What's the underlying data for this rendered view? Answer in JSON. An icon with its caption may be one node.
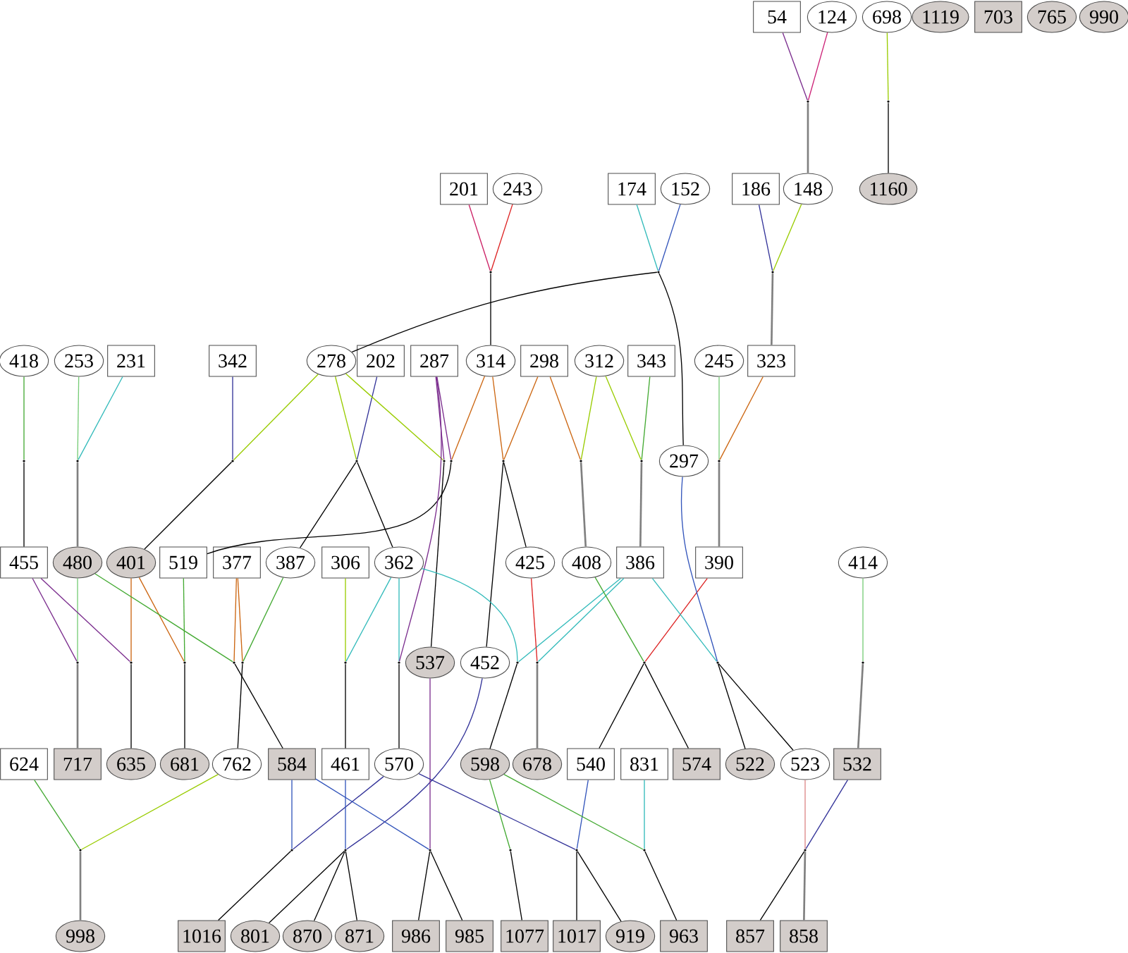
{
  "diagram": {
    "nodes": [
      {
        "text": [
          "54"
        ]
      },
      {
        "text": [
          "124"
        ]
      },
      {
        "text": [
          "698"
        ]
      },
      {
        "text": [
          "1119"
        ]
      },
      {
        "text": [
          "703"
        ]
      },
      {
        "text": [
          "765"
        ]
      },
      {
        "text": [
          "990"
        ]
      },
      {
        "text": [
          "201"
        ]
      },
      {
        "text": [
          "243"
        ]
      },
      {
        "text": [
          "174"
        ]
      },
      {
        "text": [
          "152"
        ]
      },
      {
        "text": [
          "186"
        ]
      },
      {
        "text": [
          "148"
        ]
      },
      {
        "text": [
          "1160"
        ]
      },
      {
        "text": [
          "418"
        ]
      },
      {
        "text": [
          "253"
        ]
      },
      {
        "text": [
          "231"
        ]
      },
      {
        "text": [
          "342"
        ]
      },
      {
        "text": [
          "278"
        ]
      },
      {
        "text": [
          "202"
        ]
      },
      {
        "text": [
          "287"
        ]
      },
      {
        "text": [
          "314"
        ]
      },
      {
        "text": [
          "298"
        ]
      },
      {
        "text": [
          "312"
        ]
      },
      {
        "text": [
          "343"
        ]
      },
      {
        "text": [
          "245"
        ]
      },
      {
        "text": [
          "323"
        ]
      },
      {
        "text": [
          "297"
        ]
      },
      {
        "text": [
          "455"
        ]
      },
      {
        "text": [
          "480"
        ]
      },
      {
        "text": [
          "401"
        ]
      },
      {
        "text": [
          "519"
        ]
      },
      {
        "text": [
          "377"
        ]
      },
      {
        "text": [
          "387"
        ]
      },
      {
        "text": [
          "306"
        ]
      },
      {
        "text": [
          "362"
        ]
      },
      {
        "text": [
          "425"
        ]
      },
      {
        "text": [
          "408"
        ]
      },
      {
        "text": [
          "386"
        ]
      },
      {
        "text": [
          "390"
        ]
      },
      {
        "text": [
          "414"
        ]
      },
      {
        "text": [
          "537"
        ]
      },
      {
        "text": [
          "452"
        ]
      },
      {
        "text": [
          "624"
        ]
      },
      {
        "text": [
          "717"
        ]
      },
      {
        "text": [
          "635"
        ]
      },
      {
        "text": [
          "681"
        ]
      },
      {
        "text": [
          "762"
        ]
      },
      {
        "text": [
          "584"
        ]
      },
      {
        "text": [
          "461"
        ]
      },
      {
        "text": [
          "570"
        ]
      },
      {
        "text": [
          "598"
        ]
      },
      {
        "text": [
          "678"
        ]
      },
      {
        "text": [
          "540"
        ]
      },
      {
        "text": [
          "831"
        ]
      },
      {
        "text": [
          "574"
        ]
      },
      {
        "text": [
          "522"
        ]
      },
      {
        "text": [
          "523"
        ]
      },
      {
        "text": [
          "532"
        ]
      },
      {
        "text": [
          "998"
        ]
      },
      {
        "text": [
          "1016"
        ]
      },
      {
        "text": [
          "801"
        ]
      },
      {
        "text": [
          "870"
        ]
      },
      {
        "text": [
          "871"
        ]
      },
      {
        "text": [
          "986"
        ]
      },
      {
        "text": [
          "985"
        ]
      },
      {
        "text": [
          "1077"
        ]
      },
      {
        "text": [
          "1017"
        ]
      },
      {
        "text": [
          "919"
        ]
      },
      {
        "text": [
          "963"
        ]
      },
      {
        "text": [
          "857"
        ]
      },
      {
        "text": [
          "858"
        ]
      },
      {
        "text": [],
        "shape": "point"
      },
      {
        "text": [],
        "shape": "point"
      },
      {
        "text": [],
        "shape": "point"
      },
      {
        "text": [],
        "shape": "point"
      },
      {
        "text": [],
        "shape": "point"
      },
      {
        "text": [],
        "shape": "point"
      },
      {
        "text": [],
        "shape": "point"
      },
      {
        "text": [],
        "shape": "point"
      },
      {
        "text": [],
        "shape": "point"
      },
      {
        "text": [],
        "shape": "point"
      },
      {
        "text": [],
        "shape": "point"
      },
      {
        "text": [],
        "shape": "point"
      },
      {
        "text": [],
        "shape": "point"
      },
      {
        "text": [],
        "shape": "point"
      },
      {
        "text": [],
        "shape": "point"
      },
      {
        "text": [],
        "shape": "point"
      },
      {
        "text": [],
        "shape": "point"
      },
      {
        "text": [],
        "shape": "point"
      },
      {
        "text": [],
        "shape": "point"
      },
      {
        "text": [],
        "shape": "point"
      },
      {
        "text": [],
        "shape": "point"
      },
      {
        "text": [],
        "shape": "point"
      },
      {
        "text": [],
        "shape": "point"
      },
      {
        "text": [],
        "shape": "point"
      },
      {
        "text": [],
        "shape": "point"
      },
      {
        "text": [],
        "shape": "point"
      },
      {
        "text": [],
        "shape": "point"
      },
      {
        "text": [],
        "shape": "point"
      },
      {
        "text": [],
        "shape": "point"
      },
      {
        "text": [],
        "shape": "point"
      },
      {
        "text": [],
        "shape": "point"
      },
      {
        "text": [],
        "shape": "point"
      },
      {
        "text": [],
        "shape": "point"
      },
      {
        "text": [],
        "shape": "point"
      },
      {
        "text": [],
        "shape": "point"
      }
    ],
    "edges": [
      {
        "from": 0,
        "to": 72,
        "arrow": "none",
        "color": "#7b2d8e"
      },
      {
        "from": 1,
        "to": 72,
        "arrow": "none",
        "color": "#cc2277"
      },
      {
        "from": 72,
        "to": 12,
        "arrow": "none",
        "color": "#808080"
      },
      {
        "from": 2,
        "to": 73,
        "arrow": "none",
        "color": "#99cc00"
      },
      {
        "from": 73,
        "to": 13,
        "arrow": "none"
      },
      {
        "from": 7,
        "to": 74,
        "arrow": "none",
        "color": "#cc2266"
      },
      {
        "from": 8,
        "to": 74,
        "arrow": "none",
        "color": "#dd2222"
      },
      {
        "from": 74,
        "to": 21,
        "arrow": "none"
      },
      {
        "from": 9,
        "to": 75,
        "arrow": "none",
        "color": "#33bbbb"
      },
      {
        "from": 10,
        "to": 75,
        "arrow": "none",
        "color": "#3355bb"
      },
      {
        "from": 75,
        "to": 18,
        "arrow": "none"
      },
      {
        "from": 75,
        "to": 27,
        "arrow": "none"
      },
      {
        "from": 11,
        "to": 76,
        "arrow": "none",
        "color": "#333399"
      },
      {
        "from": 12,
        "to": 76,
        "arrow": "none",
        "color": "#99cc00"
      },
      {
        "from": 76,
        "to": 26,
        "arrow": "none",
        "color": "#808080"
      },
      {
        "from": 14,
        "to": 77,
        "arrow": "none",
        "color": "#44aa33"
      },
      {
        "from": 77,
        "to": 28,
        "arrow": "none"
      },
      {
        "from": 15,
        "to": 78,
        "arrow": "none",
        "color": "#77cc77"
      },
      {
        "from": 16,
        "to": 78,
        "arrow": "none",
        "color": "#33bbbb"
      },
      {
        "from": 78,
        "to": 29,
        "arrow": "none",
        "color": "#808080"
      },
      {
        "from": 17,
        "to": 79,
        "arrow": "none",
        "color": "#333399"
      },
      {
        "from": 18,
        "to": 79,
        "arrow": "none",
        "color": "#99cc00"
      },
      {
        "from": 79,
        "to": 30,
        "arrow": "none"
      },
      {
        "from": 18,
        "to": 80,
        "arrow": "none",
        "color": "#99cc00"
      },
      {
        "from": 19,
        "to": 80,
        "arrow": "none",
        "color": "#333399"
      },
      {
        "from": 80,
        "to": 33,
        "arrow": "none"
      },
      {
        "from": 80,
        "to": 35,
        "arrow": "none"
      },
      {
        "from": 18,
        "to": 81,
        "arrow": "none",
        "color": "#99cc00"
      },
      {
        "from": 20,
        "to": 81,
        "arrow": "none",
        "color": "#7b2d8e"
      },
      {
        "from": 81,
        "to": 41,
        "arrow": "none"
      },
      {
        "from": 21,
        "to": 82,
        "arrow": "none",
        "color": "#cc6611"
      },
      {
        "from": 20,
        "to": 82,
        "arrow": "none",
        "color": "#7b2d8e"
      },
      {
        "from": 82,
        "to": 31,
        "arrow": "none"
      },
      {
        "from": 21,
        "to": 83,
        "arrow": "none",
        "color": "#cc6611"
      },
      {
        "from": 22,
        "to": 83,
        "arrow": "none",
        "color": "#cc6611"
      },
      {
        "from": 83,
        "to": 36,
        "arrow": "none"
      },
      {
        "from": 83,
        "to": 42,
        "arrow": "none"
      },
      {
        "from": 22,
        "to": 84,
        "arrow": "none",
        "color": "#cc6611"
      },
      {
        "from": 23,
        "to": 84,
        "arrow": "none",
        "color": "#99cc00"
      },
      {
        "from": 84,
        "to": 37,
        "arrow": "none",
        "color": "#808080"
      },
      {
        "from": 23,
        "to": 85,
        "arrow": "none",
        "color": "#99cc00"
      },
      {
        "from": 24,
        "to": 85,
        "arrow": "none",
        "color": "#44aa33"
      },
      {
        "from": 85,
        "to": 38,
        "arrow": "none",
        "color": "#808080"
      },
      {
        "from": 25,
        "to": 86,
        "arrow": "none",
        "color": "#77cc77"
      },
      {
        "from": 26,
        "to": 86,
        "arrow": "none",
        "color": "#cc6611"
      },
      {
        "from": 86,
        "to": 39,
        "arrow": "none",
        "color": "#808080"
      },
      {
        "from": 28,
        "to": 87,
        "arrow": "none",
        "color": "#7b2d8e"
      },
      {
        "from": 29,
        "to": 87,
        "arrow": "none",
        "color": "#77cc77"
      },
      {
        "from": 87,
        "to": 44,
        "arrow": "none",
        "color": "#808080"
      },
      {
        "from": 28,
        "to": 88,
        "arrow": "none",
        "color": "#7b2d8e"
      },
      {
        "from": 30,
        "to": 88,
        "arrow": "none",
        "color": "#cc6611"
      },
      {
        "from": 88,
        "to": 45,
        "arrow": "none"
      },
      {
        "from": 30,
        "to": 89,
        "arrow": "none",
        "color": "#cc6611"
      },
      {
        "from": 31,
        "to": 89,
        "arrow": "none",
        "color": "#44aa33"
      },
      {
        "from": 89,
        "to": 46,
        "arrow": "none"
      },
      {
        "from": 29,
        "to": 90,
        "arrow": "none",
        "color": "#44aa33"
      },
      {
        "from": 32,
        "to": 90,
        "arrow": "none",
        "color": "#cc6611"
      },
      {
        "from": 90,
        "to": 48,
        "arrow": "none"
      },
      {
        "from": 32,
        "to": 91,
        "arrow": "none",
        "color": "#cc6611"
      },
      {
        "from": 33,
        "to": 91,
        "arrow": "none",
        "color": "#44aa33"
      },
      {
        "from": 91,
        "to": 47,
        "arrow": "none"
      },
      {
        "from": 34,
        "to": 92,
        "arrow": "none",
        "color": "#99cc00"
      },
      {
        "from": 35,
        "to": 92,
        "arrow": "none",
        "color": "#33bbbb"
      },
      {
        "from": 92,
        "to": 49,
        "arrow": "none"
      },
      {
        "from": 35,
        "to": 93,
        "arrow": "none",
        "color": "#33bbbb"
      },
      {
        "from": 20,
        "to": 93,
        "arrow": "none",
        "color": "#7b2d8e"
      },
      {
        "from": 93,
        "to": 50,
        "arrow": "none"
      },
      {
        "from": 35,
        "to": 94,
        "arrow": "none",
        "color": "#33bbbb"
      },
      {
        "from": 38,
        "to": 94,
        "arrow": "none",
        "color": "#33bbbb"
      },
      {
        "from": 94,
        "to": 51,
        "arrow": "none"
      },
      {
        "from": 36,
        "to": 95,
        "arrow": "none",
        "color": "#dd2222"
      },
      {
        "from": 38,
        "to": 95,
        "arrow": "none",
        "color": "#33bbbb"
      },
      {
        "from": 95,
        "to": 52,
        "arrow": "none",
        "color": "#808080"
      },
      {
        "from": 37,
        "to": 96,
        "arrow": "none",
        "color": "#44aa33"
      },
      {
        "from": 39,
        "to": 96,
        "arrow": "none",
        "color": "#dd2222"
      },
      {
        "from": 96,
        "to": 53,
        "arrow": "none"
      },
      {
        "from": 96,
        "to": 55,
        "arrow": "none"
      },
      {
        "from": 38,
        "to": 97,
        "arrow": "none",
        "color": "#33bbbb"
      },
      {
        "from": 27,
        "to": 97,
        "arrow": "none",
        "color": "#3355bb"
      },
      {
        "from": 97,
        "to": 56,
        "arrow": "none"
      },
      {
        "from": 97,
        "to": 57,
        "arrow": "none"
      },
      {
        "from": 40,
        "to": 98,
        "arrow": "none",
        "color": "#77cc77"
      },
      {
        "from": 98,
        "to": 58,
        "arrow": "none",
        "color": "#808080"
      },
      {
        "from": 43,
        "to": 99,
        "arrow": "none",
        "color": "#44aa33"
      },
      {
        "from": 47,
        "to": 99,
        "arrow": "none",
        "color": "#99cc00"
      },
      {
        "from": 99,
        "to": 59,
        "arrow": "none",
        "color": "#808080"
      },
      {
        "from": 48,
        "to": 100,
        "arrow": "none",
        "color": "#3355bb"
      },
      {
        "from": 50,
        "to": 100,
        "arrow": "none",
        "color": "#333399"
      },
      {
        "from": 100,
        "to": 60,
        "arrow": "none"
      },
      {
        "from": 49,
        "to": 101,
        "arrow": "none",
        "color": "#3355bb"
      },
      {
        "from": 42,
        "to": 101,
        "arrow": "none",
        "color": "#333399"
      },
      {
        "from": 101,
        "to": 61,
        "arrow": "none"
      },
      {
        "from": 101,
        "to": 62,
        "arrow": "none"
      },
      {
        "from": 101,
        "to": 63,
        "arrow": "none"
      },
      {
        "from": 48,
        "to": 102,
        "arrow": "none",
        "color": "#3355bb"
      },
      {
        "from": 41,
        "to": 102,
        "arrow": "none",
        "color": "#7b2d8e"
      },
      {
        "from": 102,
        "to": 64,
        "arrow": "none"
      },
      {
        "from": 102,
        "to": 65,
        "arrow": "none"
      },
      {
        "from": 51,
        "to": 103,
        "arrow": "none",
        "color": "#44aa33"
      },
      {
        "from": 103,
        "to": 66,
        "arrow": "none"
      },
      {
        "from": 53,
        "to": 104,
        "arrow": "none",
        "color": "#3355bb"
      },
      {
        "from": 50,
        "to": 104,
        "arrow": "none",
        "color": "#333399"
      },
      {
        "from": 104,
        "to": 67,
        "arrow": "none"
      },
      {
        "from": 104,
        "to": 68,
        "arrow": "none"
      },
      {
        "from": 54,
        "to": 105,
        "arrow": "none",
        "color": "#33bbbb"
      },
      {
        "from": 51,
        "to": 105,
        "arrow": "none",
        "color": "#44aa33"
      },
      {
        "from": 105,
        "to": 69,
        "arrow": "none"
      },
      {
        "from": 57,
        "to": 106,
        "arrow": "none",
        "color": "#dd8888"
      },
      {
        "from": 58,
        "to": 106,
        "arrow": "none",
        "color": "#333399"
      },
      {
        "from": 106,
        "to": 70,
        "arrow": "none"
      },
      {
        "from": 106,
        "to": 71,
        "arrow": "none",
        "color": "#808080"
      }
    ]
  }
}
